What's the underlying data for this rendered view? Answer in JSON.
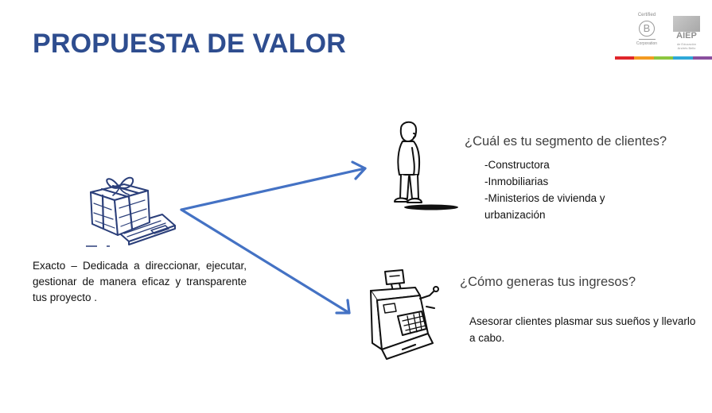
{
  "slide": {
    "title": "PROPUESTA DE VALOR"
  },
  "logos": {
    "bcorp": {
      "certified": "Certified",
      "letter": "B",
      "corporation": "Corporation"
    },
    "aiep": {
      "name": "AIEP",
      "tagline": "de Educación Andrés Bello"
    },
    "stripe_colors": [
      "#e0262b",
      "#f39a21",
      "#8cc63f",
      "#2ea8d8",
      "#8a4f9e"
    ]
  },
  "value_proposition": {
    "text": "Exacto – Dedicada a direccionar, ejecutar, gestionar de manera eficaz y transparente tus proyecto ."
  },
  "customer_segment": {
    "question": "¿Cuál es tu segmento de clientes?",
    "items": [
      "-Constructora",
      "-Inmobiliarias",
      "-Ministerios de vivienda y urbanización"
    ]
  },
  "revenue": {
    "question": "¿Cómo generas tus ingresos?",
    "answer": "Asesorar clientes plasmar sus sueños y llevarlo a cabo."
  },
  "colors": {
    "title": "#2e4d8f",
    "arrow": "#4472c4",
    "illustration": "#2b3f7a"
  }
}
